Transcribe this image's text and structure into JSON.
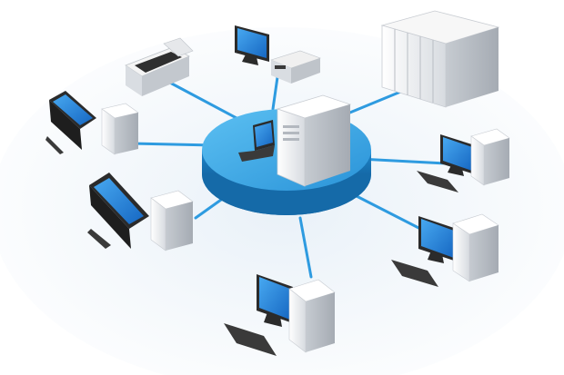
{
  "scene": {
    "description_visible_text": "",
    "colors": {
      "background": "#ffffff",
      "floor": "#eef3f8",
      "hub_top": "#3aa7e6",
      "hub_side": "#1d7fc4",
      "cable": "#2e9be0",
      "screen": "#1f86df",
      "case_light": "#f2f2f2",
      "case_shade": "#cfd3d8",
      "case_dark": "#a9aeb5",
      "stand": "#2b2b2b"
    },
    "nodes": [
      {
        "name": "scanner-top-left"
      },
      {
        "name": "monitor-with-dvr-top"
      },
      {
        "name": "server-rack-top-right"
      },
      {
        "name": "desktop-left-upper"
      },
      {
        "name": "desktop-left-lower"
      },
      {
        "name": "desktop-right-upper"
      },
      {
        "name": "desktop-right-lower"
      },
      {
        "name": "desktop-bottom-center"
      }
    ]
  }
}
